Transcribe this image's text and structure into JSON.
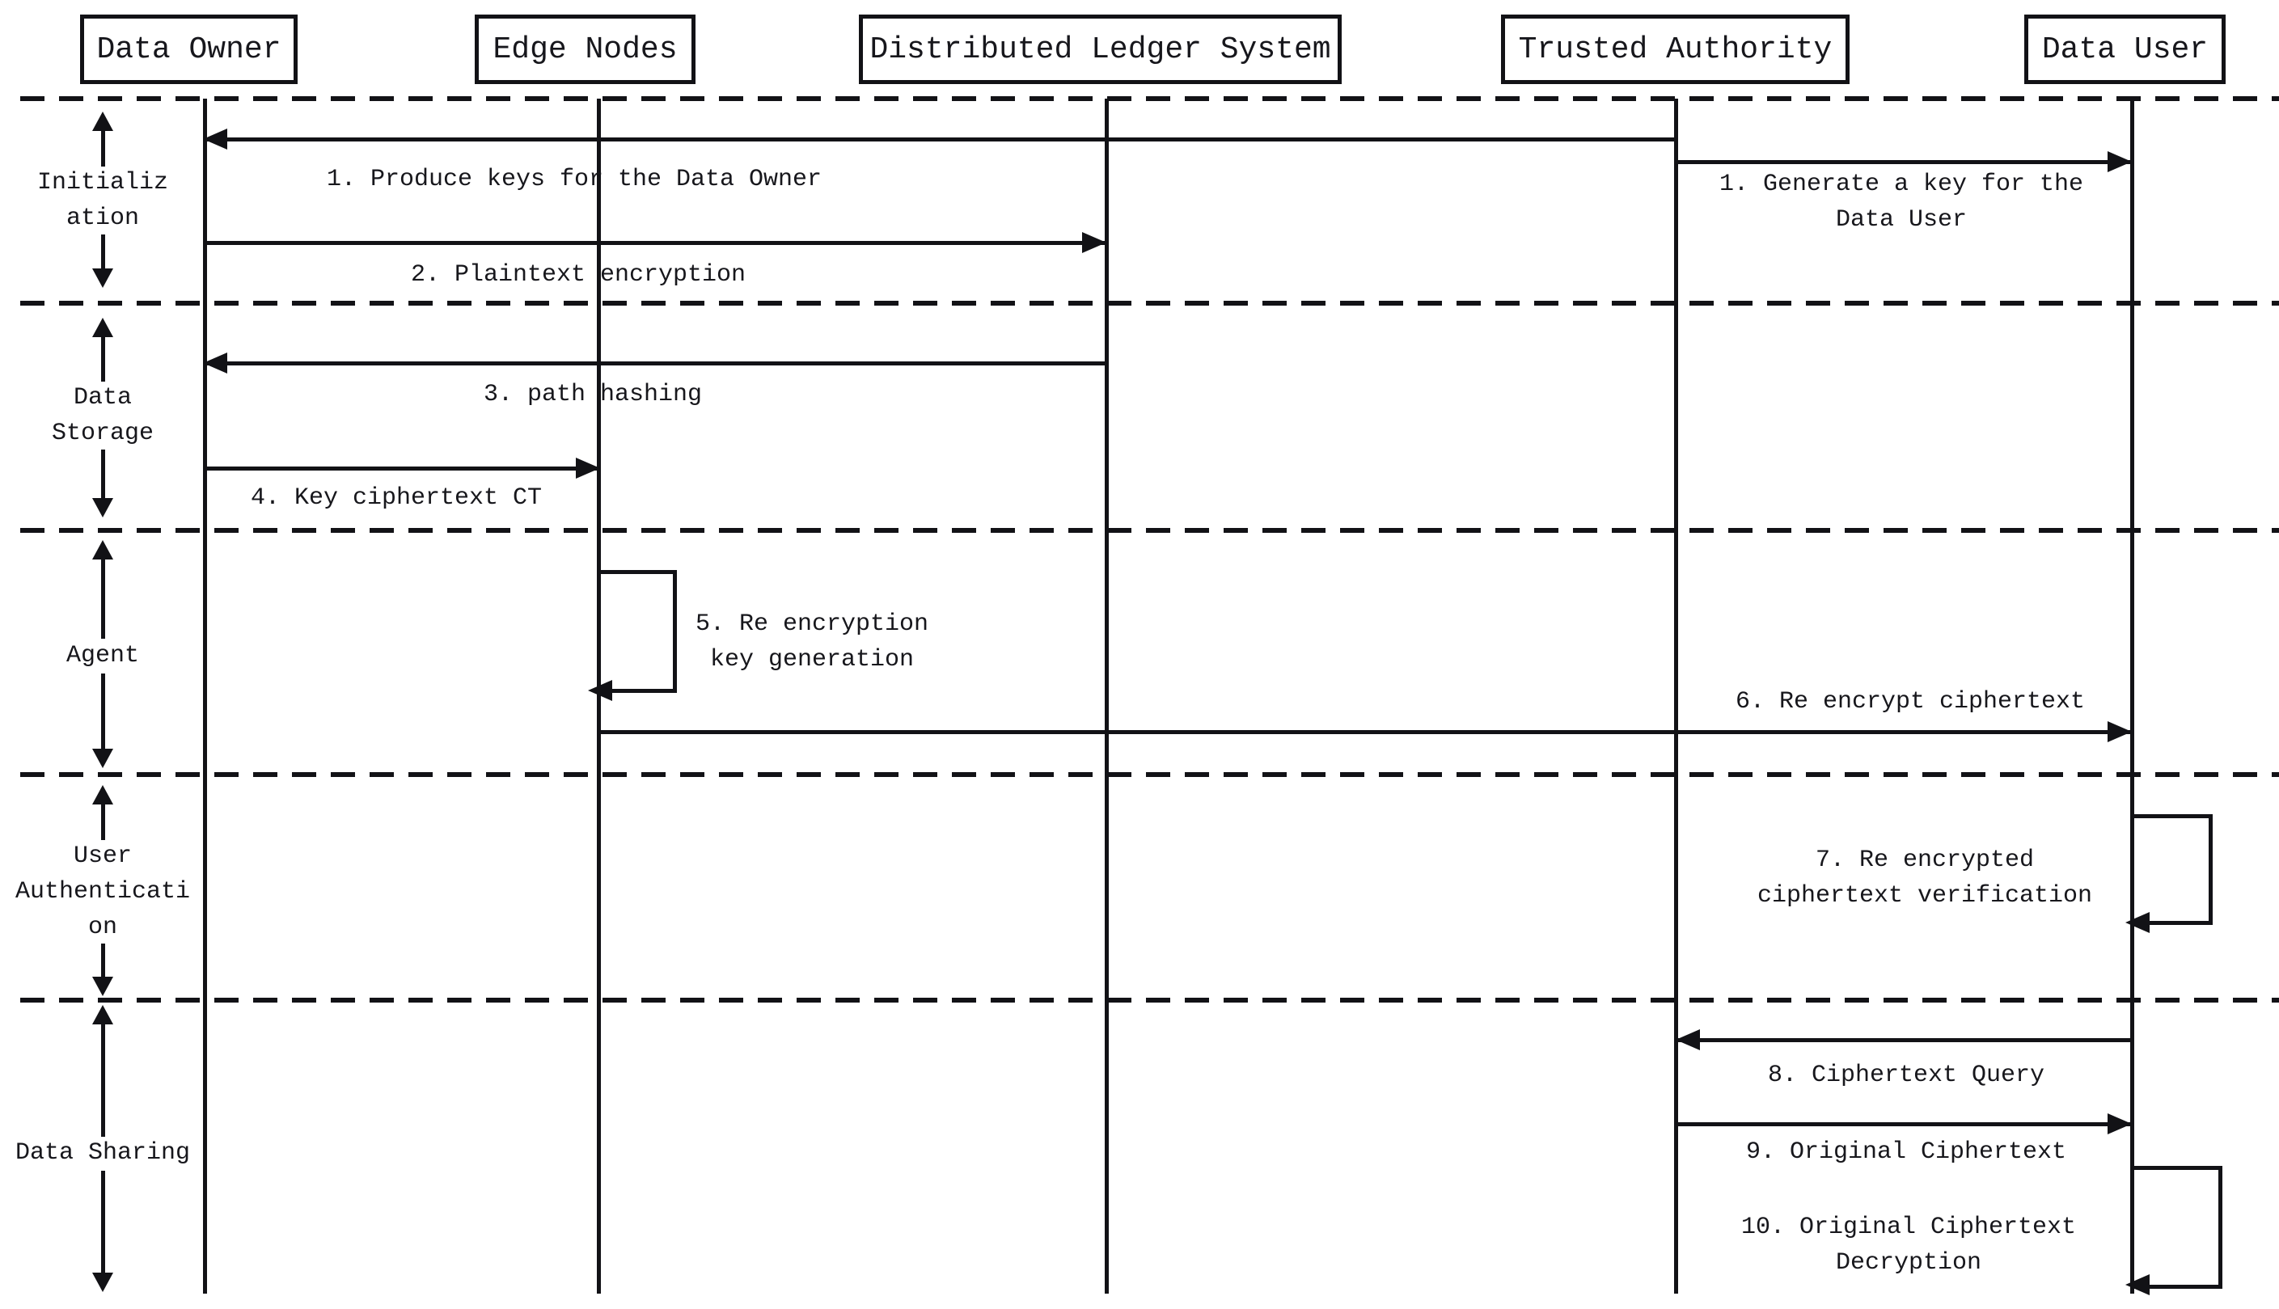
{
  "colors": {
    "ink": "#121216",
    "background": "#ffffff"
  },
  "actors": [
    {
      "name": "Data Owner"
    },
    {
      "name": "Edge Nodes"
    },
    {
      "name": "Distributed Ledger System"
    },
    {
      "name": "Trusted Authority"
    },
    {
      "name": "Data User"
    }
  ],
  "phases": [
    {
      "label": "Initializ\nation"
    },
    {
      "label": "Data\nStorage"
    },
    {
      "label": "Agent"
    },
    {
      "label": "User\nAuthenticati\non"
    },
    {
      "label": "Data Sharing"
    }
  ],
  "messages": [
    {
      "label": "1. Produce keys for the Data Owner",
      "from": "Trusted Authority",
      "to": "Data Owner"
    },
    {
      "label": "1. Generate a key for the\nData User",
      "from": "Trusted Authority",
      "to": "Data User"
    },
    {
      "label": "2. Plaintext encryption",
      "from": "Data Owner",
      "to": "Distributed Ledger System"
    },
    {
      "label": "3. path hashing",
      "from": "Distributed Ledger System",
      "to": "Data Owner"
    },
    {
      "label": "4. Key ciphertext CT",
      "from": "Data Owner",
      "to": "Edge Nodes"
    },
    {
      "label": "5. Re encryption\nkey generation",
      "from": "Edge Nodes",
      "to": "Edge Nodes",
      "self": true
    },
    {
      "label": "6. Re encrypt ciphertext",
      "from": "Edge Nodes",
      "to": "Data User"
    },
    {
      "label": "7. Re encrypted\nciphertext verification",
      "from": "Data User",
      "to": "Data User",
      "self": true
    },
    {
      "label": "8. Ciphertext Query",
      "from": "Data User",
      "to": "Trusted Authority"
    },
    {
      "label": "9. Original Ciphertext",
      "from": "Trusted Authority",
      "to": "Data User"
    },
    {
      "label": "10. Original Ciphertext\nDecryption",
      "from": "Data User",
      "to": "Data User",
      "self": true
    }
  ]
}
